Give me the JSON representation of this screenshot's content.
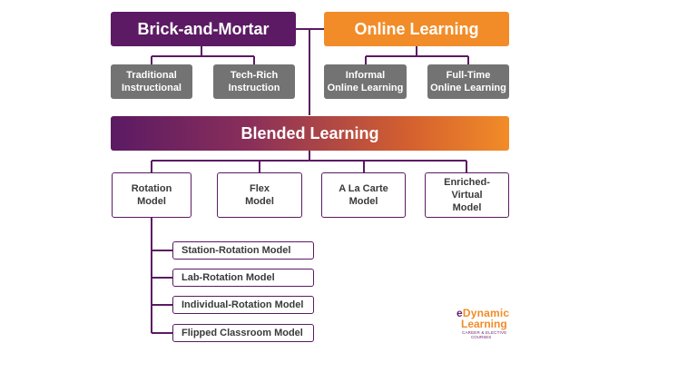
{
  "top": {
    "brick": "Brick-and-Mortar",
    "online": "Online Learning"
  },
  "brick_children": [
    "Traditional\nInstructional",
    "Tech-Rich\nInstruction"
  ],
  "online_children": [
    "Informal\nOnline Learning",
    "Full-Time\nOnline Learning"
  ],
  "blended": "Blended Learning",
  "models": [
    "Rotation\nModel",
    "Flex\nModel",
    "A La Carte\nModel",
    "Enriched-\nVirtual\nModel"
  ],
  "rotation_submodels": [
    "Station-Rotation Model",
    "Lab-Rotation Model",
    "Individual-Rotation Model",
    "Flipped Classroom Model"
  ],
  "logo": {
    "brand_e": "e",
    "brand_rest": "Dynamic",
    "brand_line2": "Learning",
    "tagline1": "CAREER & ELECTIVE",
    "tagline2": "COURSES"
  },
  "colors": {
    "purple": "#5b1a63",
    "orange": "#f28c28",
    "gray": "#737373"
  }
}
